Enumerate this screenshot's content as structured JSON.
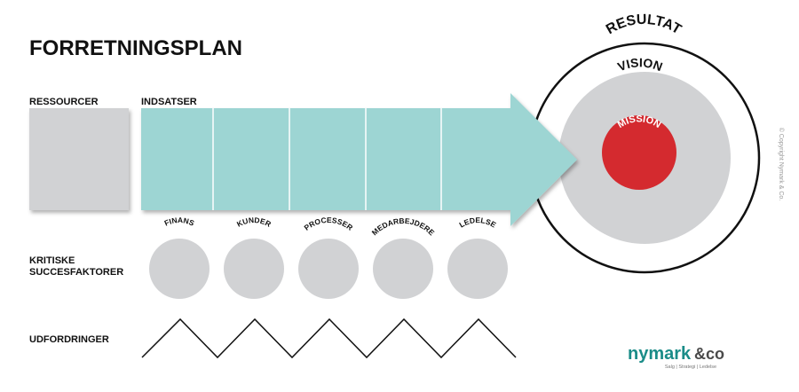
{
  "title": "FORRETNINGSPLAN",
  "rows": {
    "resources": "RESSOURCER",
    "efforts": "INDSATSER",
    "critical_line1": "KRITISKE",
    "critical_line2": "SUCCESFAKTORER",
    "challenges": "UDFORDRINGER"
  },
  "factors": [
    "FINANS",
    "KUNDER",
    "PROCESSER",
    "MEDARBEJDERE",
    "LEDELSE"
  ],
  "target": {
    "outer": "RESULTAT",
    "middle": "VISION",
    "inner": "MISSION"
  },
  "copyright": "© Copyright Nymark & Co.",
  "logo": {
    "name": "nymark",
    "suffix": "&co",
    "tagline": "Salg | Strategi | Ledelse"
  },
  "colors": {
    "arrow": "#9dd5d3",
    "gray": "#d1d2d4",
    "red": "#d42a2f",
    "brand": "#1a8c88"
  }
}
